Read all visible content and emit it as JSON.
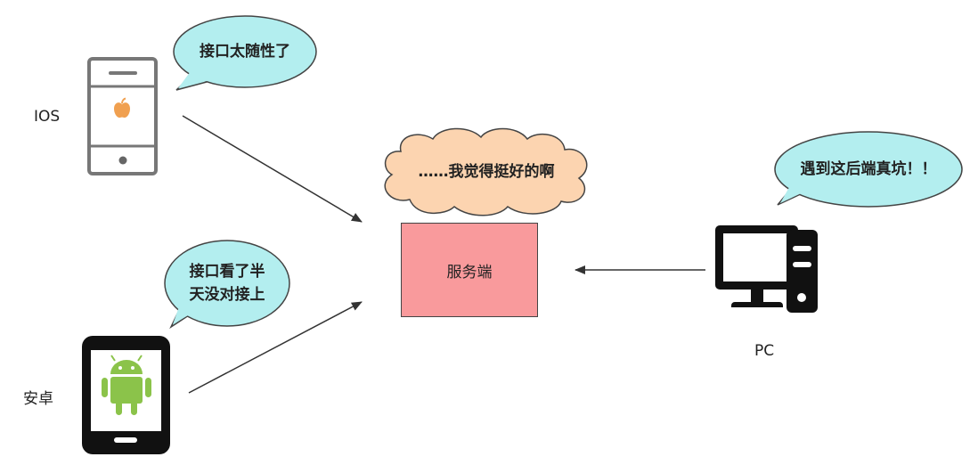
{
  "devices": {
    "ios": {
      "label": "IOS",
      "icon": "iphone-icon"
    },
    "android": {
      "label": "安卓",
      "icon": "android-phone-icon"
    },
    "pc": {
      "label": "PC",
      "icon": "desktop-computer-icon"
    }
  },
  "server": {
    "label": "服务端",
    "fill": "#f99a9c"
  },
  "bubbles": {
    "ios": {
      "text": "接口太随性了",
      "fill": "#b3eeef"
    },
    "android": {
      "line1": "接口看了半",
      "line2": "天没对接上",
      "fill": "#b3eeef"
    },
    "pc": {
      "text": "遇到这后端真坑！！",
      "fill": "#b3eeef"
    },
    "server_thought": {
      "text": "……我觉得挺好的啊",
      "fill": "#fcd4b0"
    }
  }
}
